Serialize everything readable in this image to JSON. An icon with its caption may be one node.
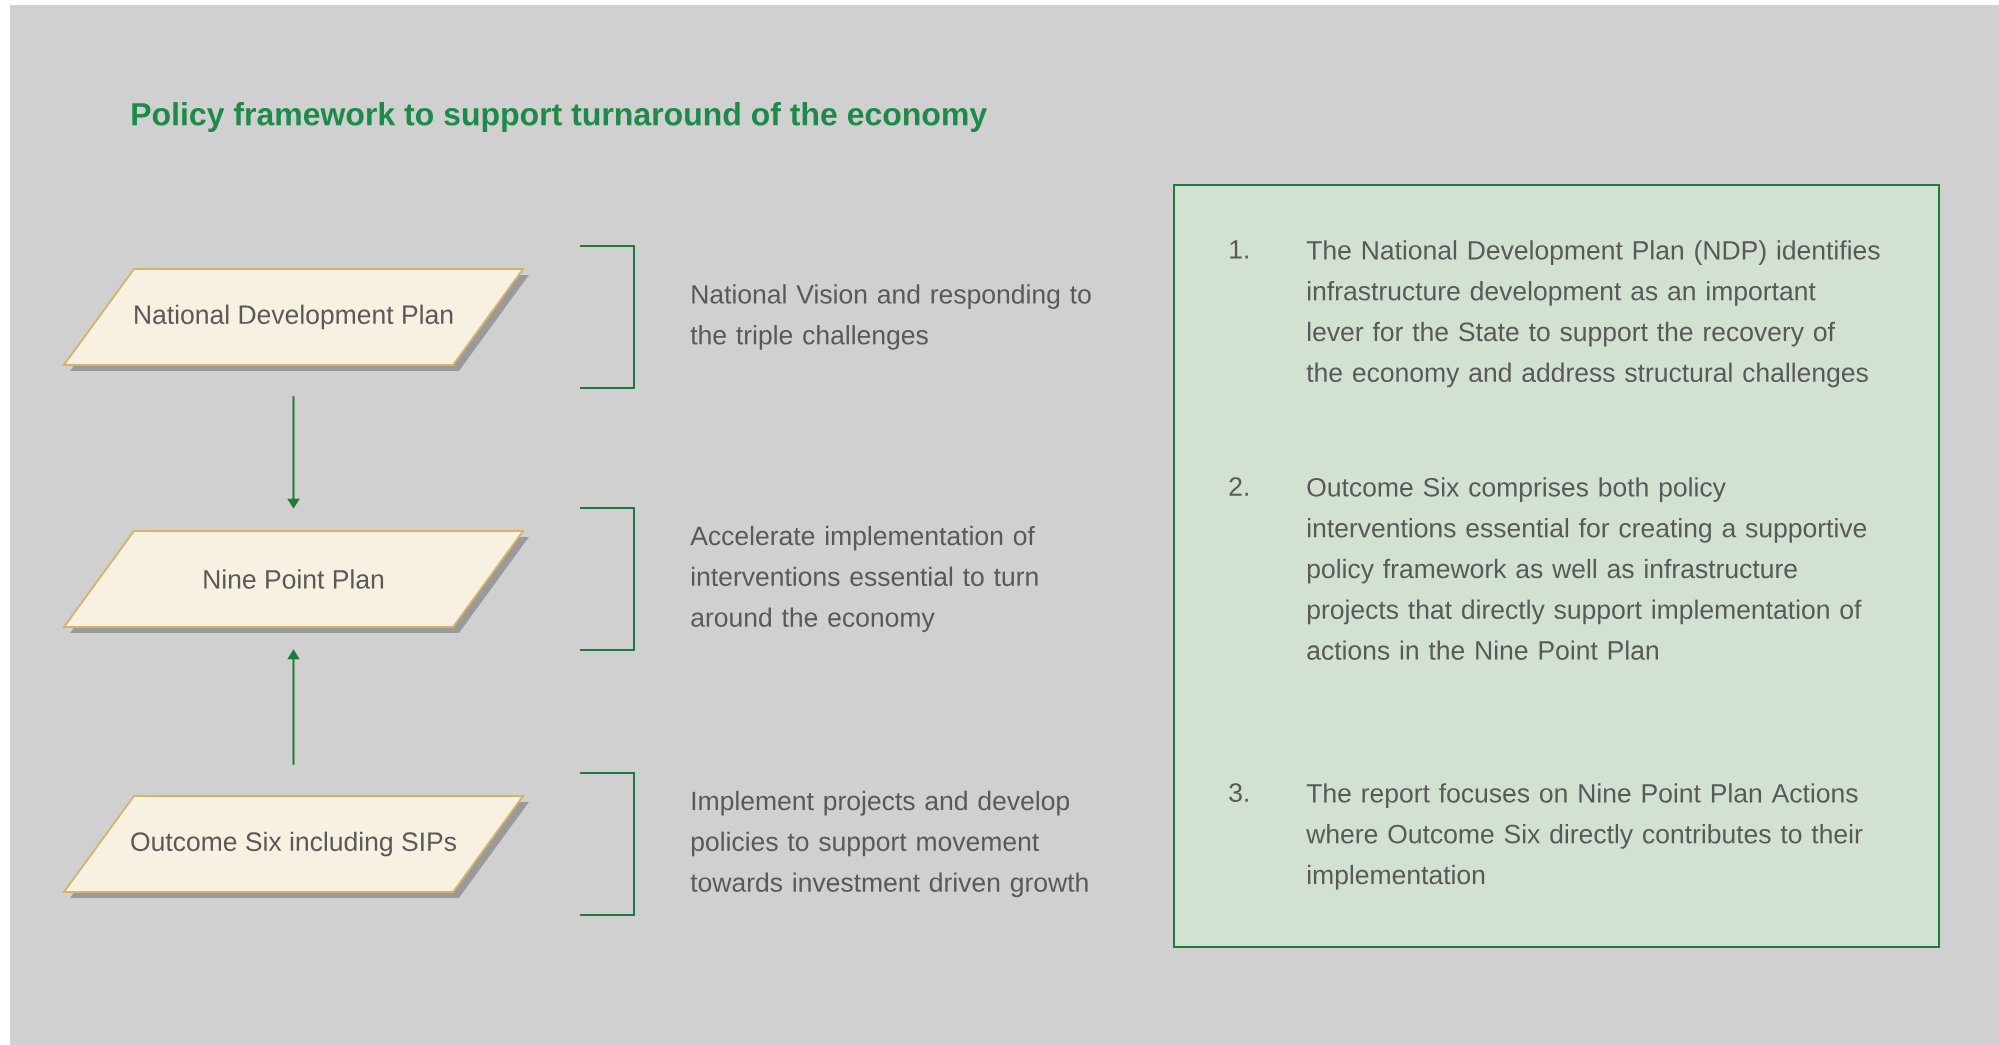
{
  "diagram": {
    "title": "Policy framework to support turnaround of the economy",
    "nodes": [
      {
        "text": [
          "National Development Plan"
        ]
      },
      {
        "text": [
          "Nine Point Plan"
        ]
      },
      {
        "text": [
          "Outcome Six including SIPs"
        ]
      },
      {
        "text": [
          "1.",
          "The National Development Plan (NDP) identifies infrastructure development as an important lever for the State to support the recovery of the economy and address structural challenges",
          "2.",
          "Outcome Six comprises both policy interventions essential for creating a supportive policy framework as well as infrastructure projects that directly support implementation of actions in the Nine Point Plan",
          "3.",
          "The report focuses on Nine Point Plan Actions where Outcome Six directly contributes to their implementation"
        ]
      }
    ],
    "edges": [
      {
        "from": 0,
        "to": 1,
        "arrow": "to"
      },
      {
        "from": 2,
        "to": 1,
        "arrow": "to"
      }
    ],
    "labels": [
      "National Vision and responding to the triple challenges",
      "Accelerate implementation of interventions essential to turn around the economy",
      "Implement projects and develop policies to support movement towards investment driven growth"
    ]
  }
}
